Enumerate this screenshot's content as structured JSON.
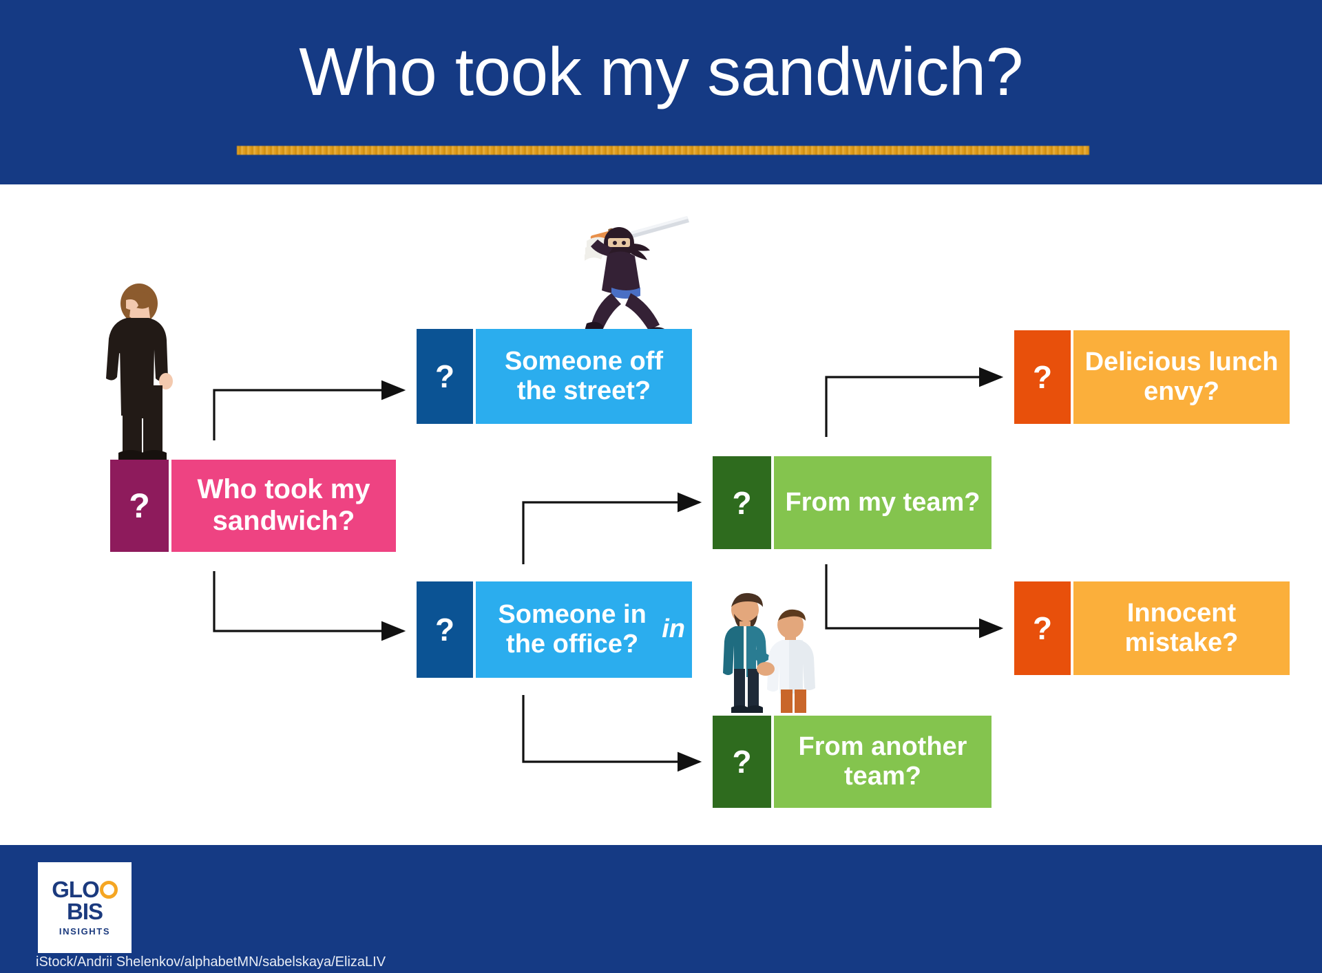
{
  "header": {
    "title": "Who took my sandwich?",
    "band_color": "#153A84",
    "rule_color": "#E8A21C",
    "title_color": "#FFFFFF"
  },
  "flowchart": {
    "type": "decision-tree",
    "question_mark": "?",
    "nodes": [
      {
        "id": "root",
        "label": "Who took my sandwich?",
        "qmark": "?",
        "accent_color": "#8E1B5C",
        "body_color": "#EE4382"
      },
      {
        "id": "street",
        "label": "Someone off the street?",
        "qmark": "?",
        "accent_color": "#0B5394",
        "body_color": "#2BADEE"
      },
      {
        "id": "office",
        "label": "Someone in the office?",
        "label_italic_word": "in",
        "qmark": "?",
        "accent_color": "#0B5394",
        "body_color": "#2BADEE"
      },
      {
        "id": "my-team",
        "label": "From my team?",
        "qmark": "?",
        "accent_color": "#2E6B1E",
        "body_color": "#84C44E"
      },
      {
        "id": "another-team",
        "label": "From another team?",
        "qmark": "?",
        "accent_color": "#2E6B1E",
        "body_color": "#84C44E"
      },
      {
        "id": "lunch-envy",
        "label": "Delicious lunch envy?",
        "qmark": "?",
        "accent_color": "#E8500B",
        "body_color": "#FBAF3B"
      },
      {
        "id": "innocent-mistake",
        "label": "Innocent mistake?",
        "qmark": "?",
        "accent_color": "#E8500B",
        "body_color": "#FBAF3B"
      }
    ],
    "edges": [
      {
        "from": "root",
        "to": "street"
      },
      {
        "from": "root",
        "to": "office"
      },
      {
        "from": "office",
        "to": "my-team"
      },
      {
        "from": "office",
        "to": "another-team"
      },
      {
        "from": "my-team",
        "to": "lunch-envy"
      },
      {
        "from": "my-team",
        "to": "innocent-mistake"
      }
    ],
    "illustrations": [
      {
        "id": "sad-businessman",
        "name": "sad-businessman-illustration"
      },
      {
        "id": "ninja",
        "name": "ninja-with-sword-illustration"
      },
      {
        "id": "handshake",
        "name": "two-men-handshake-illustration"
      }
    ]
  },
  "footer": {
    "logo": {
      "line1": "GLO",
      "line2": "BIS",
      "subtitle": "INSIGHTS",
      "text_color": "#1B3A7E",
      "ring_color": "#F5A623"
    },
    "credit": "iStock/Andrii Shelenkov/alphabetMN/sabelskaya/ElizaLIV",
    "band_color": "#153A84"
  }
}
